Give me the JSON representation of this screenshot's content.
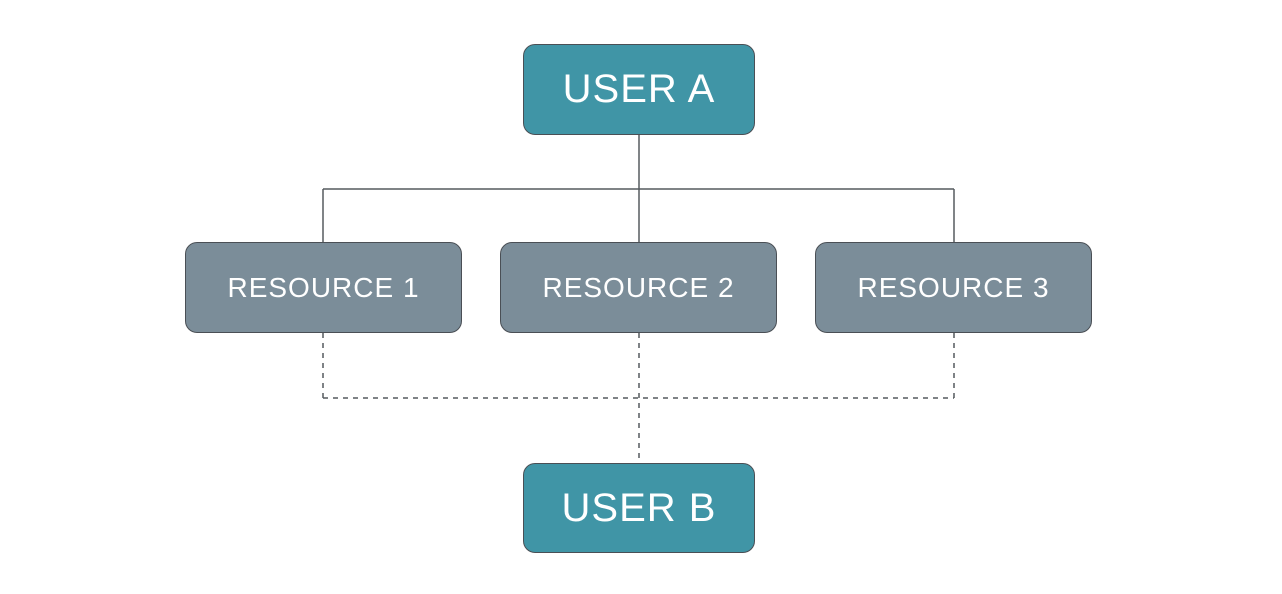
{
  "nodes": {
    "user_a": "USER A",
    "resource_1": "RESOURCE 1",
    "resource_2": "RESOURCE 2",
    "resource_3": "RESOURCE 3",
    "user_b": "USER B"
  },
  "colors": {
    "user_fill": "#4095a6",
    "resource_fill": "#7b8d99",
    "line": "#555a5f",
    "text": "#ffffff"
  }
}
